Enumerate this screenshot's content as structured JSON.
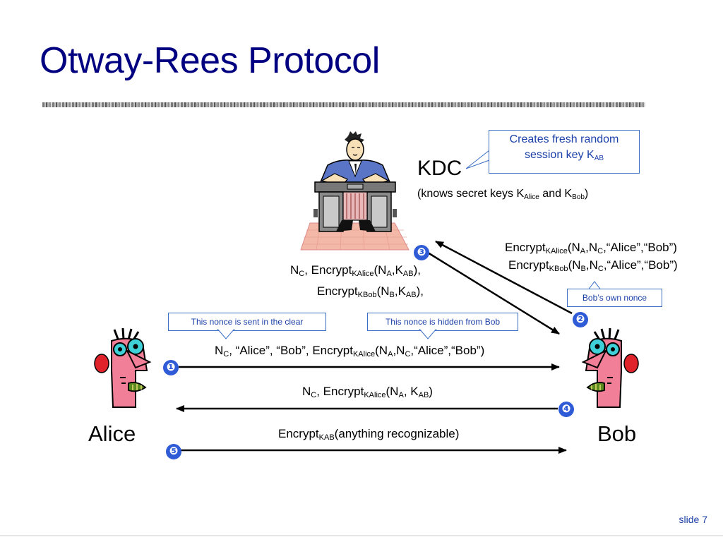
{
  "title": "Otway-Rees Protocol",
  "kdc": {
    "label": "KDC",
    "knows_prefix": "(knows secret keys K",
    "knows_sub1": "Alice",
    "knows_mid": " and K",
    "knows_sub2": "Bob",
    "knows_suffix": ")"
  },
  "callouts": {
    "fresh_key_line1": "Creates fresh random",
    "fresh_key_line2": "session key K",
    "fresh_key_sub": "AB",
    "nonce_clear": "This nonce is sent in the clear",
    "nonce_hidden": "This nonce is hidden from Bob",
    "bob_nonce": "Bob’s own nonce"
  },
  "steps": [
    "❶",
    "❷",
    "❸",
    "❹",
    "❺"
  ],
  "msg1": {
    "p1": "N",
    "s1": "C",
    "p2": ", “Alice”, “Bob”, Encrypt",
    "s2": "KAlice",
    "p3": "(N",
    "s3": "A",
    "p4": ",N",
    "s4": "C",
    "p5": ",“Alice”,“Bob”)"
  },
  "msg2": {
    "l1_p1": "Encrypt",
    "l1_s1": "KAlice",
    "l1_p2": "(N",
    "l1_s2": "A",
    "l1_p3": ",N",
    "l1_s3": "C",
    "l1_p4": ",“Alice”,“Bob”)",
    "l2_p1": "Encrypt",
    "l2_s1": "KBob",
    "l2_p2": "(N",
    "l2_s2": "B",
    "l2_p3": ",N",
    "l2_s3": "C",
    "l2_p4": ",“Alice”,“Bob”)"
  },
  "msg3": {
    "l1_p1": "N",
    "l1_s1": "C",
    "l1_p2": ", Encrypt",
    "l1_s2": "KAlice",
    "l1_p3": "(N",
    "l1_s3": "A",
    "l1_p4": ",K",
    "l1_s4": "AB",
    "l1_p5": "),",
    "l2_p1": "Encrypt",
    "l2_s1": "KBob",
    "l2_p2": "(N",
    "l2_s2": "B",
    "l2_p3": ",K",
    "l2_s3": "AB",
    "l2_p4": "),"
  },
  "msg4": {
    "p1": "N",
    "s1": "C",
    "p2": ", Encrypt",
    "s2": "KAlice",
    "p3": "(N",
    "s3": "A",
    "p4": ", K",
    "s4": "AB",
    "p5": ")"
  },
  "msg5": {
    "p1": "Encrypt",
    "s1": "KAB",
    "p2": "(anything recognizable)"
  },
  "alice": "Alice",
  "bob": "Bob",
  "slide_number": "slide 7",
  "colors": {
    "title": "#000080",
    "callout_border": "#3b6fc4",
    "callout_text": "#1a3fa8",
    "step_badge": "#2f5bd6"
  }
}
